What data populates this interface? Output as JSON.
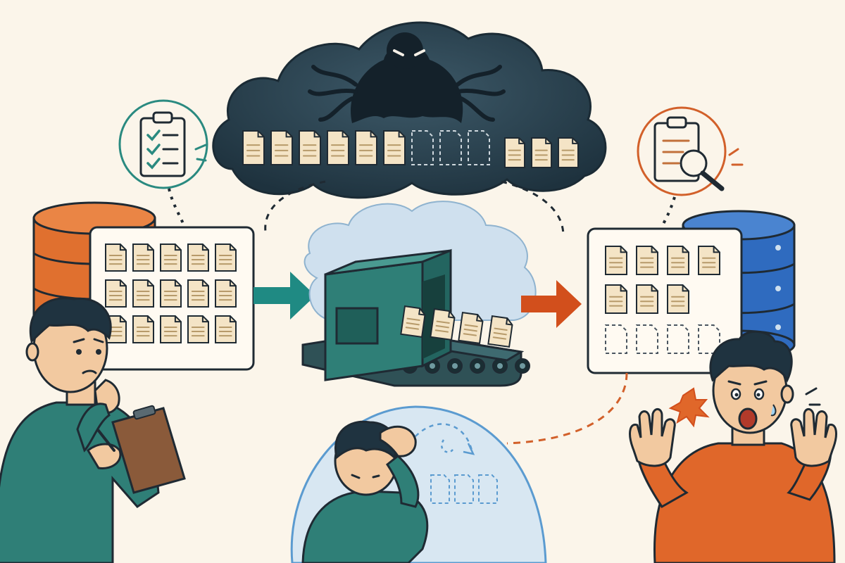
{
  "scene": {
    "source_doc_count": 15,
    "destination_docs_received": 7,
    "destination_docs_missing": 4,
    "conveyor_docs": 4,
    "cloud_docs_kept": 6,
    "cloud_docs_lost": 3,
    "cloud_docs_extra": 3,
    "bubble_lost_docs": 3
  },
  "colors": {
    "background": "#fbf5ea",
    "source_db": "#e0702f",
    "destination_db": "#2f6bbf",
    "machine": "#2f7f77",
    "teal_arrow": "#1f8a83",
    "orange_arrow": "#d24f1c",
    "cloud_dark": "#263d4b",
    "doc_fill": "#f4e4c6",
    "ink": "#1f2a33"
  },
  "icons": {
    "source_database": "database-icon",
    "destination_database": "database-icon",
    "checklist": "clipboard-checklist-icon",
    "inspection": "clipboard-magnifier-icon",
    "monster": "shadow-monster-icon",
    "machine": "conveyor-machine-icon"
  }
}
